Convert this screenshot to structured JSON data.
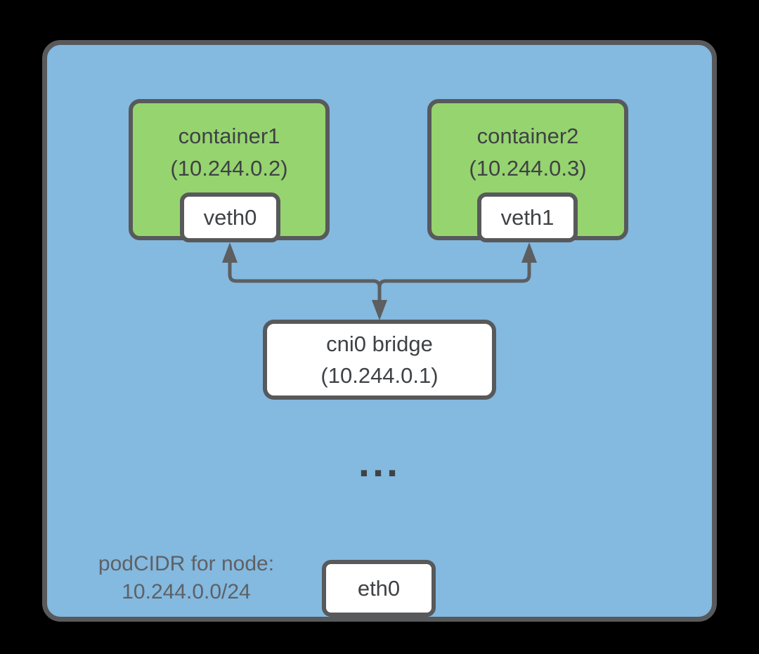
{
  "colors": {
    "background": "#000000",
    "node_fill": "#84b9e0",
    "node_border": "#58595b",
    "container_fill": "#96d46f",
    "box_fill": "#ffffff",
    "box_border": "#58595b",
    "text_dark": "#3f4245",
    "text_muted": "#5e6165",
    "arrow": "#5d5e60"
  },
  "node": {
    "containers": [
      {
        "name": "container1",
        "ip": "(10.244.0.2)",
        "interface": "veth0"
      },
      {
        "name": "container2",
        "ip": "(10.244.0.3)",
        "interface": "veth1"
      }
    ],
    "bridge": {
      "name": "cni0 bridge",
      "ip": "(10.244.0.1)"
    },
    "ellipsis": "...",
    "pod_cidr_label": "podCIDR for node:",
    "pod_cidr_value": "10.244.0.0/24",
    "external_interface": "eth0"
  }
}
